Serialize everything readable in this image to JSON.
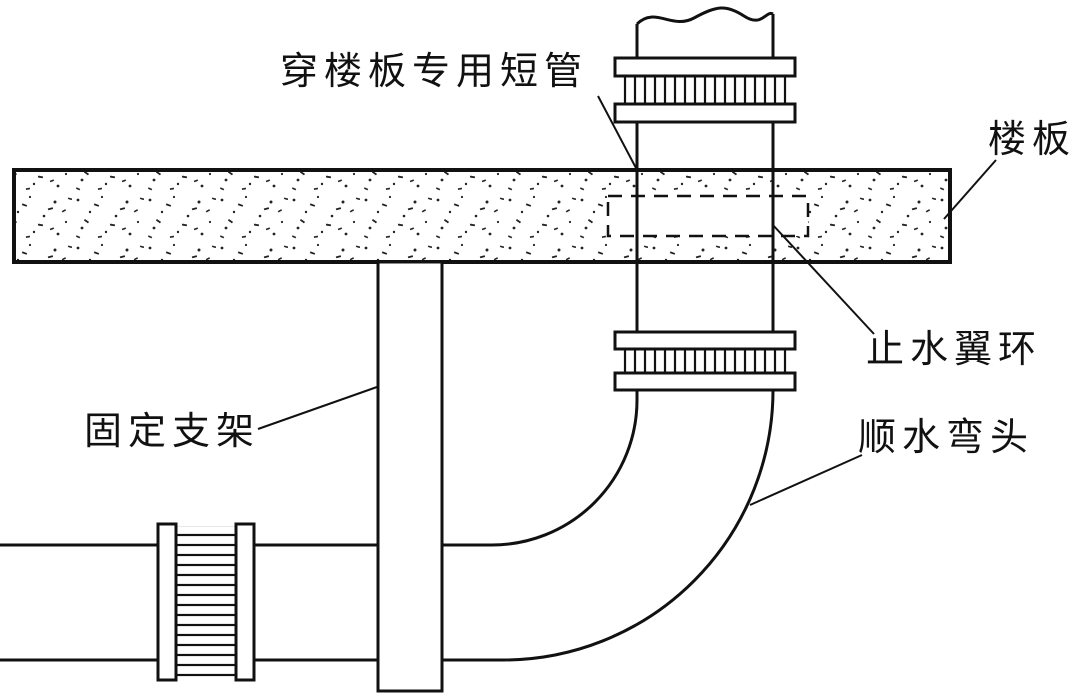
{
  "diagram": {
    "kind": "plumbing-floor-penetration-detail",
    "labels": {
      "short_pipe": "穿楼板专用短管",
      "floor_slab": "楼板",
      "water_stop_ring": "止水翼环",
      "fixed_bracket": "固定支架",
      "swept_elbow": "顺水弯头"
    },
    "colors": {
      "line": "#111111",
      "background": "#ffffff"
    }
  }
}
